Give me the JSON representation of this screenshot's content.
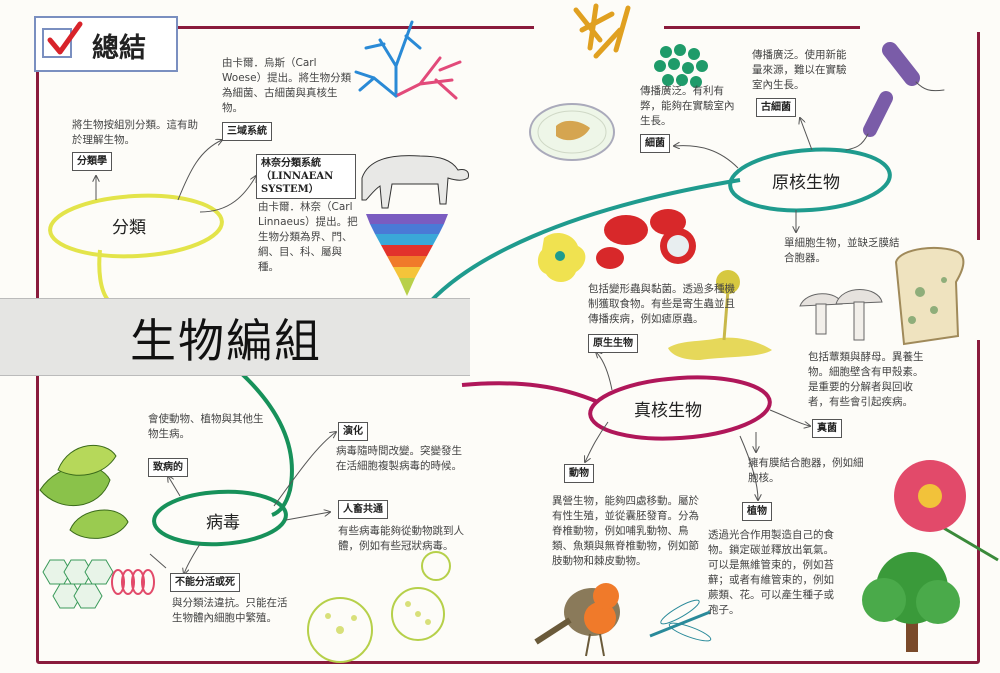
{
  "title": "總結",
  "main_title": "生物編組",
  "classification": {
    "hub": "分類",
    "desc": "將生物按組別分類。這有助於理解生物。",
    "taxonomy_label": "分類學",
    "three_domain_label": "三域系統",
    "three_domain_desc": "由卡爾．烏斯（Carl Woese）提出。將生物分類為細菌、古細菌與真核生物。",
    "linnaean_label": "林奈分類系統（LINNAEAN SYSTEM）",
    "linnaean_desc": "由卡爾．林奈（Carl Linnaeus）提出。把生物分類為界、門、綱、目、科、屬與種。"
  },
  "prokaryotes": {
    "hub": "原核生物",
    "bacteria_label": "細菌",
    "bacteria_desc": "傳播廣泛。有利有弊，能夠在實驗室內生長。",
    "archaea_label": "古細菌",
    "archaea_desc": "傳播廣泛。使用新能量來源，難以在實驗室內生長。",
    "desc": "單細胞生物，並缺乏膜結合胞器。"
  },
  "eukaryotes": {
    "hub": "真核生物",
    "protist_label": "原生生物",
    "protist_desc": "包括變形蟲與黏菌。透過多種機制獲取食物。有些是寄生蟲並且傳播疾病，例如瘧原蟲。",
    "fungi_label": "真菌",
    "fungi_desc": "包括蕈類與酵母。異養生物。細胞壁含有甲殼素。是重要的分解者與回收者，有些會引起疾病。",
    "desc": "擁有膜結合胞器，例如細胞核。",
    "animal_label": "動物",
    "animal_desc": "異營生物，能夠四處移動。屬於有性生殖，並從囊胚發育。分為脊椎動物，例如哺乳動物、鳥類、魚類與無脊椎動物，例如節肢動物和棘皮動物。",
    "plant_label": "植物",
    "plant_desc": "透過光合作用製造自己的食物。鎖定碳並釋放出氧氣。可以是無維管束的，例如苔蘚；或者有維管束的，例如蕨類、花。可以產生種子或孢子。"
  },
  "virus": {
    "hub": "病毒",
    "pathogenic_label": "致病的",
    "pathogenic_desc": "會使動物、植物與其他生物生病。",
    "evolution_label": "演化",
    "evolution_desc": "病毒隨時間改變。突變發生在活細胞複製病毒的時候。",
    "zoonotic_label": "人畜共通",
    "zoonotic_desc": "有些病毒能夠從動物跳到人體，例如有些冠狀病毒。",
    "nonliving_label": "不能分活或死",
    "nonliving_desc": "與分類法違抗。只能在活生物體內細胞中繁殖。"
  },
  "colors": {
    "frame": "#8a1b3c",
    "yellow_ring": "#e3e44a",
    "teal_ring": "#1f9b8e",
    "green_ring": "#17915a",
    "magenta_ring": "#b0175a",
    "title_box": "#7a8fc0"
  }
}
